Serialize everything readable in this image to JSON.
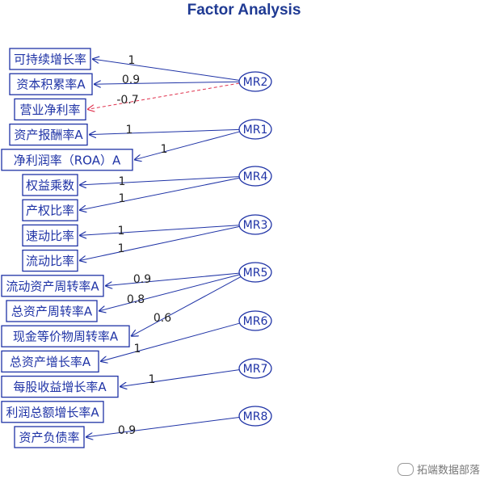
{
  "title": "Factor Analysis",
  "colors": {
    "line": "#1f33a6",
    "negative_line": "#e0334f",
    "title": "#1f3a93"
  },
  "variables": [
    "可持续增长率",
    "资本积累率A",
    "营业净利率",
    "资产报酬率A",
    "净利润率（ROA）A",
    "权益乘数",
    "产权比率",
    "速动比率",
    "流动比率",
    "流动资产周转率A",
    "总资产周转率A",
    "现金等价物周转率A",
    "总资产增长率A",
    "每股收益增长率A",
    "利润总额增长率A",
    "资产负债率"
  ],
  "factors": [
    "MR2",
    "MR1",
    "MR4",
    "MR3",
    "MR5",
    "MR6",
    "MR7",
    "MR8"
  ],
  "loadings": [
    {
      "factor": "MR2",
      "variable": "可持续增长率",
      "label": "1",
      "value": 1.0
    },
    {
      "factor": "MR2",
      "variable": "资本积累率A",
      "label": "0.9",
      "value": 0.9
    },
    {
      "factor": "MR2",
      "variable": "营业净利率",
      "label": "-0.7",
      "value": -0.7
    },
    {
      "factor": "MR1",
      "variable": "资产报酬率A",
      "label": "1",
      "value": 1.0
    },
    {
      "factor": "MR1",
      "variable": "净利润率（ROA）A",
      "label": "1",
      "value": 1.0
    },
    {
      "factor": "MR4",
      "variable": "权益乘数",
      "label": "1",
      "value": 1.0
    },
    {
      "factor": "MR4",
      "variable": "产权比率",
      "label": "1",
      "value": 1.0
    },
    {
      "factor": "MR3",
      "variable": "速动比率",
      "label": "1",
      "value": 1.0
    },
    {
      "factor": "MR3",
      "variable": "流动比率",
      "label": "1",
      "value": 1.0
    },
    {
      "factor": "MR5",
      "variable": "流动资产周转率A",
      "label": "0.9",
      "value": 0.9
    },
    {
      "factor": "MR5",
      "variable": "总资产周转率A",
      "label": "0.8",
      "value": 0.8
    },
    {
      "factor": "MR5",
      "variable": "现金等价物周转率A",
      "label": "0.6",
      "value": 0.6
    },
    {
      "factor": "MR6",
      "variable": "总资产增长率A",
      "label": "1",
      "value": 1.0
    },
    {
      "factor": "MR7",
      "variable": "每股收益增长率A",
      "label": "1",
      "value": 1.0
    },
    {
      "factor": "MR8",
      "variable": "资产负债率",
      "label": "0.9",
      "value": 0.9
    }
  ],
  "watermark": {
    "text": "拓端数据部落",
    "icon": "wechat-icon"
  }
}
